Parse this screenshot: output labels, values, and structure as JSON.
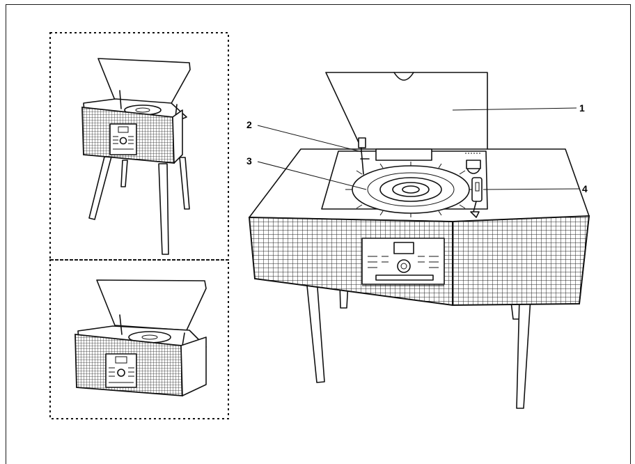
{
  "callouts": [
    {
      "number": "1",
      "part": "lid"
    },
    {
      "number": "2",
      "part": "tonearm-lift"
    },
    {
      "number": "3",
      "part": "turntable-platter"
    },
    {
      "number": "4",
      "part": "tonearm"
    }
  ],
  "insets": [
    "stand-mounted-unit",
    "tabletop-unit"
  ],
  "colors": {
    "line": "#111111",
    "background": "#ffffff"
  }
}
